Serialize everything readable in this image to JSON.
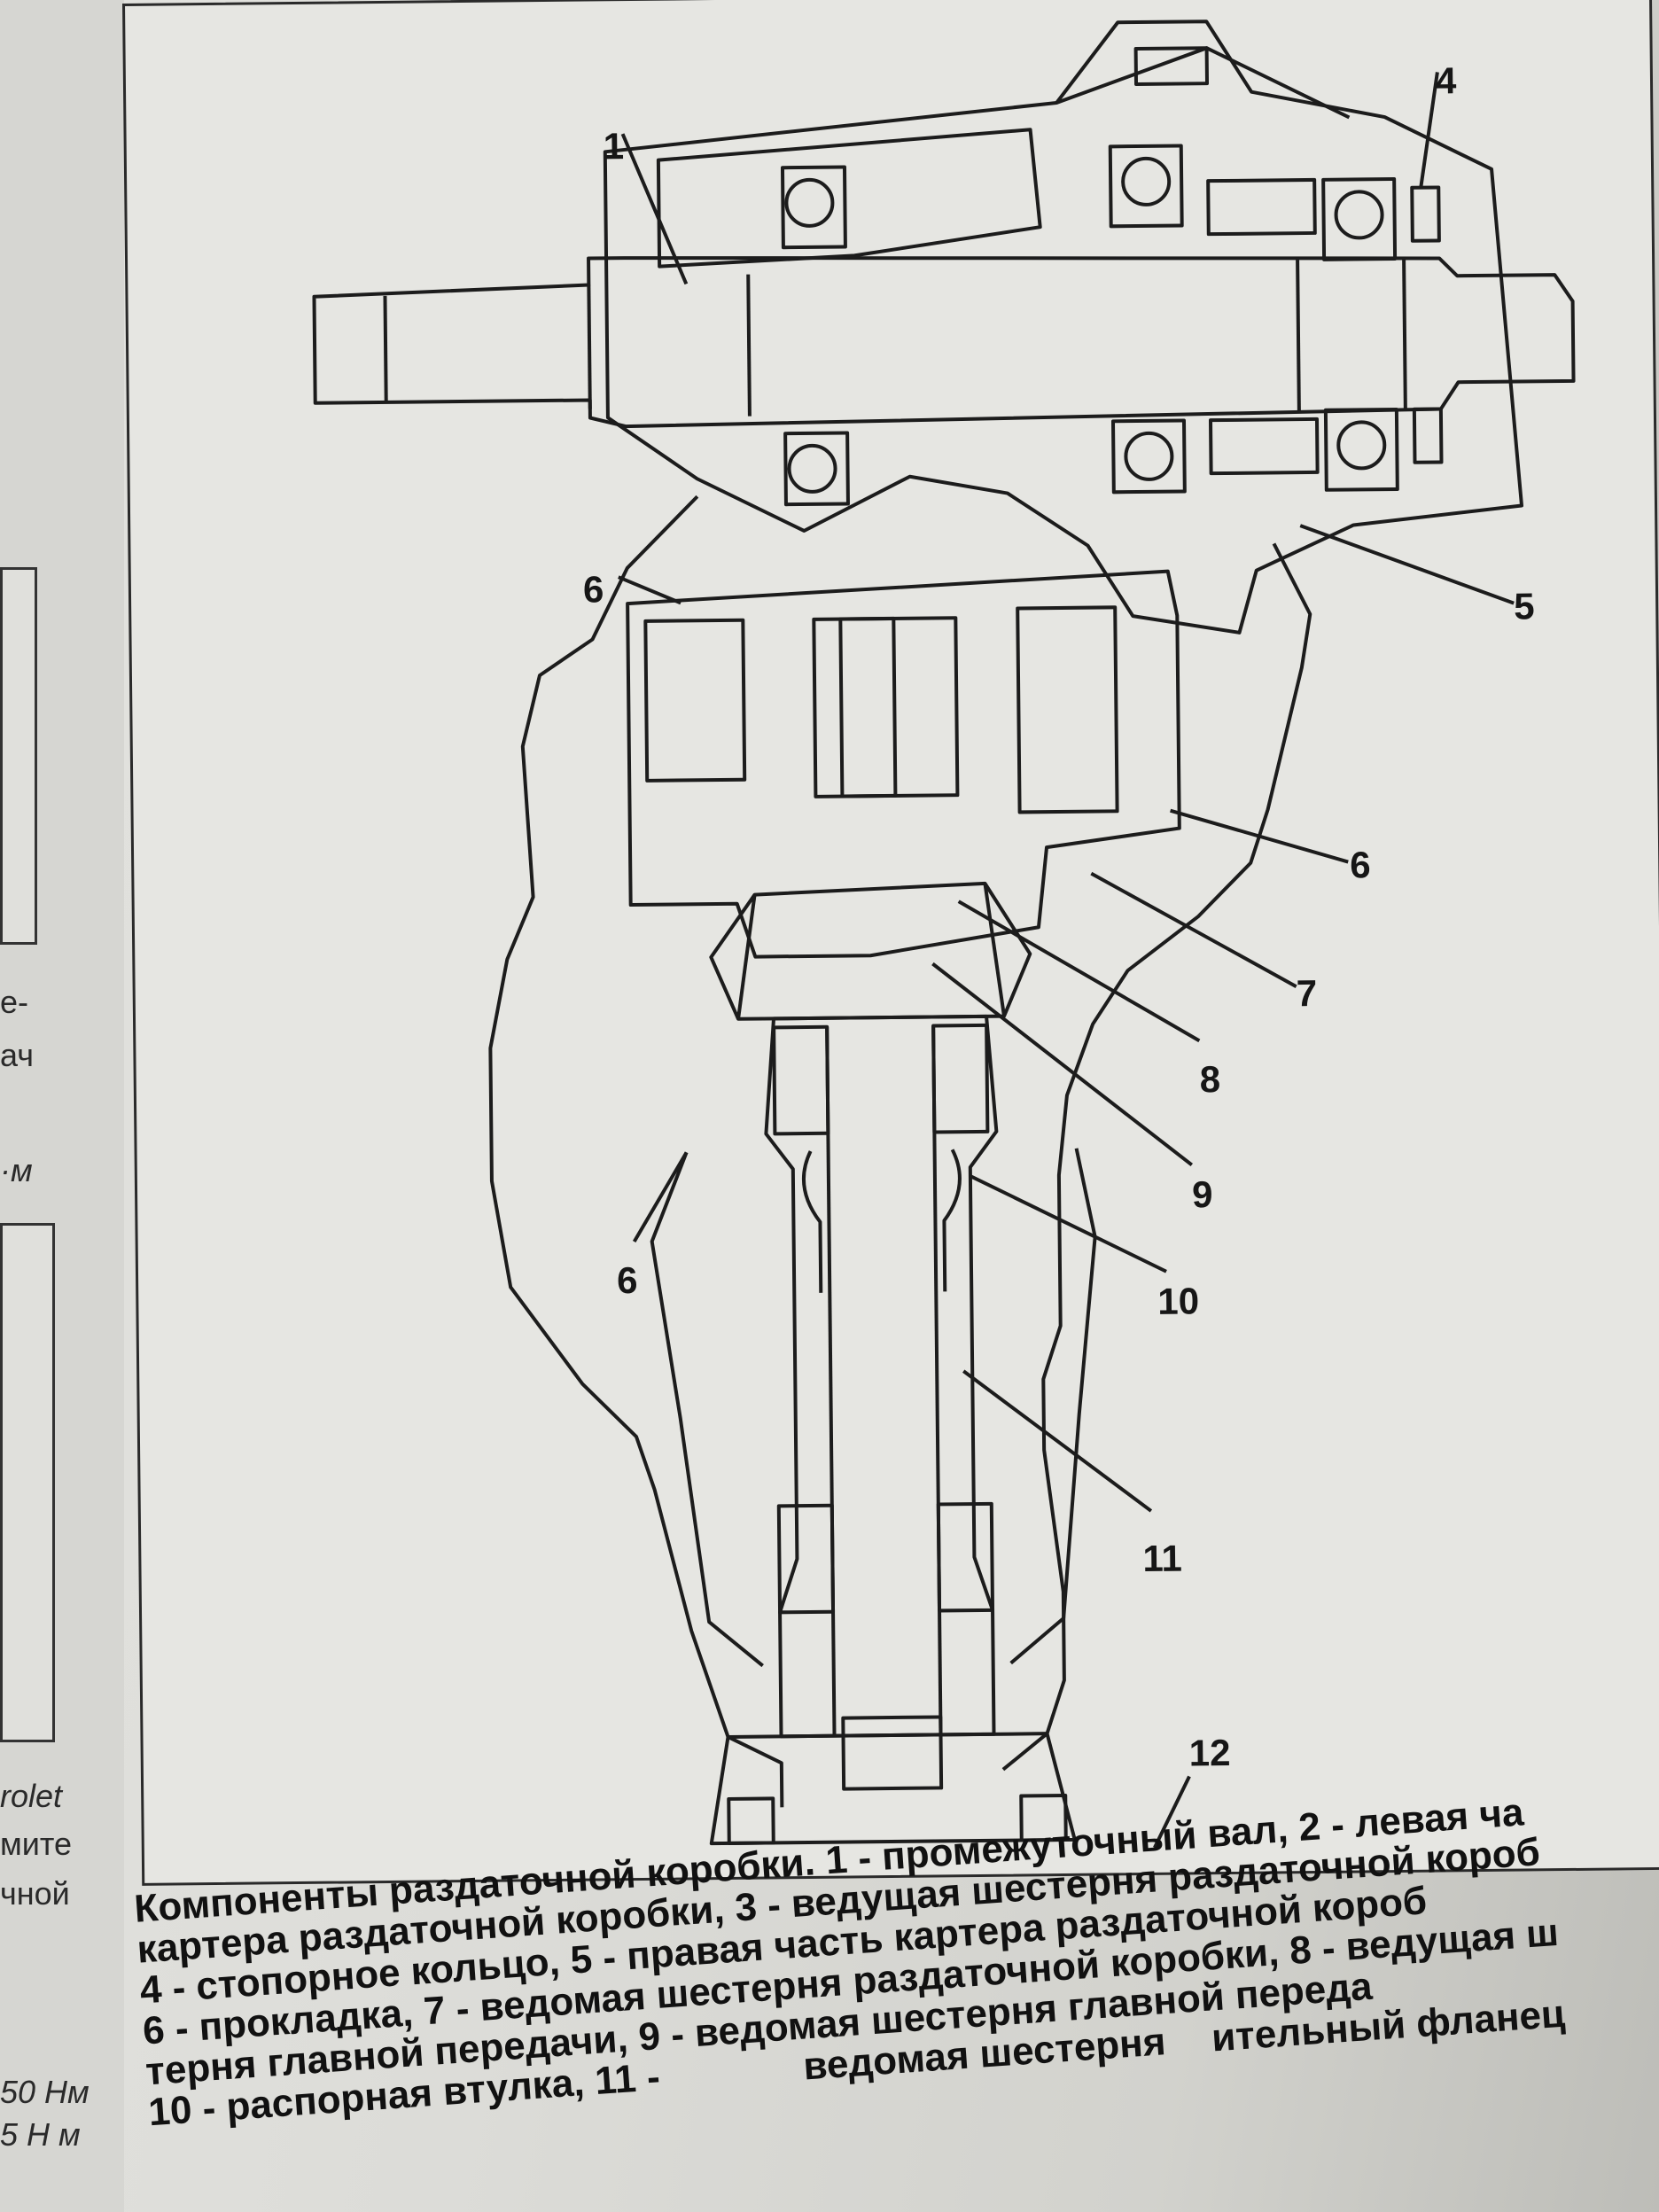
{
  "margin_left": {
    "text_1": "е-",
    "text_2": "ач",
    "text_3": "·м",
    "text_4": "rolet",
    "text_5": "мите",
    "text_6": "чной",
    "text_7": "50 Нм",
    "text_8": "5 Н м"
  },
  "diagram": {
    "labels": {
      "l1": "1",
      "l4": "4",
      "l5": "5",
      "l6a": "6",
      "l6b": "6",
      "l6c": "6",
      "l7": "7",
      "l8": "8",
      "l9": "9",
      "l10": "10",
      "l11": "11",
      "l12": "12"
    }
  },
  "caption": {
    "line1": "Компоненты раздаточной коробки. 1 - промежуточный вал, 2 - левая ча",
    "line2": "картера раздаточной коробки, 3 - ведущая шестерня раздаточной короб",
    "line3": "4 - стопорное кольцо, 5 - правая часть картера раздаточной короб",
    "line4": "6 - прокладка, 7 - ведомая шестерня раздаточной коробки, 8 - ведущая ш",
    "line5": "терня главной передачи, 9 - ведомая шестерня главной переда",
    "line6": "10 - распорная втулка, 11 -",
    "line6b": "ведомая шестерня",
    "line6c": "ительный фланец"
  }
}
